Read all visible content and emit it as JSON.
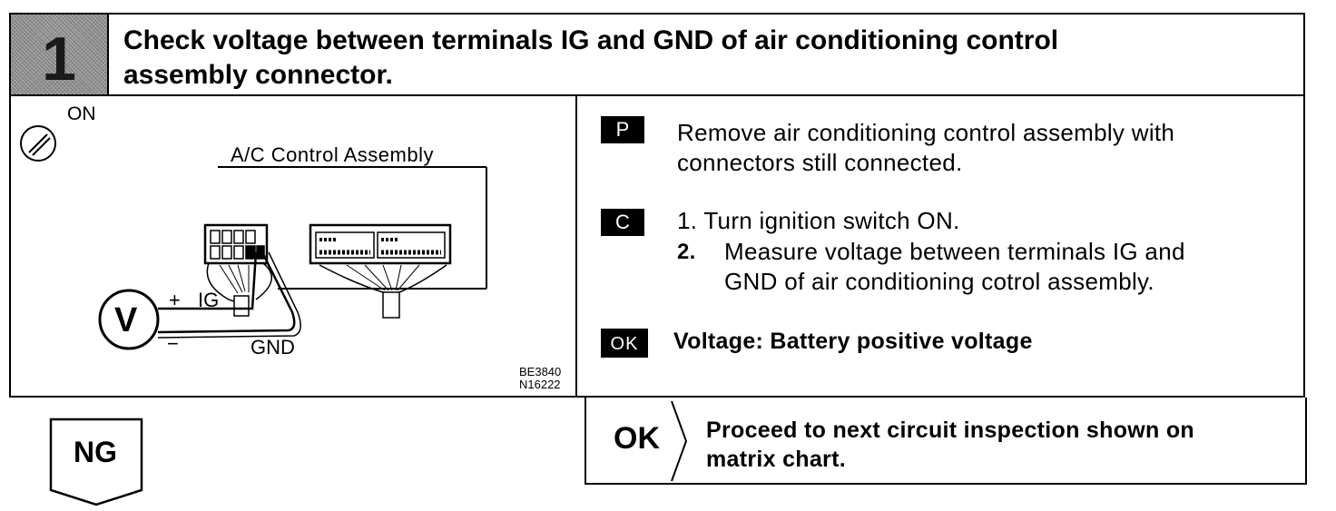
{
  "step": {
    "number": "1",
    "title_line1": "Check voltage between terminals IG and GND of air conditioning control",
    "title_line2": "assembly connector."
  },
  "diagram": {
    "ignition_label": "ON",
    "assembly_label": "A/C Control Assembly",
    "plus_label": "+",
    "ig_label": "IG",
    "minus_label": "−",
    "gnd_label": "GND",
    "meter_label": "V",
    "code1": "BE3840",
    "code2": "N16222"
  },
  "instructions": {
    "p_badge": "P",
    "p_line1": "Remove air conditioning control assembly with",
    "p_line2": "connectors still connected.",
    "c_badge": "C",
    "c_step1": "1.  Turn ignition switch ON.",
    "c_step2_num": "2.",
    "c_step2_line1": "Measure voltage between terminals IG and",
    "c_step2_line2": "GND of air conditioning cotrol assembly.",
    "ok_badge": "OK",
    "ok_spec": "Voltage:  Battery positive voltage"
  },
  "result_ok": {
    "label": "OK",
    "line1": "Proceed to next circuit inspection shown on",
    "line2": "matrix chart."
  },
  "result_ng": {
    "label": "NG"
  }
}
